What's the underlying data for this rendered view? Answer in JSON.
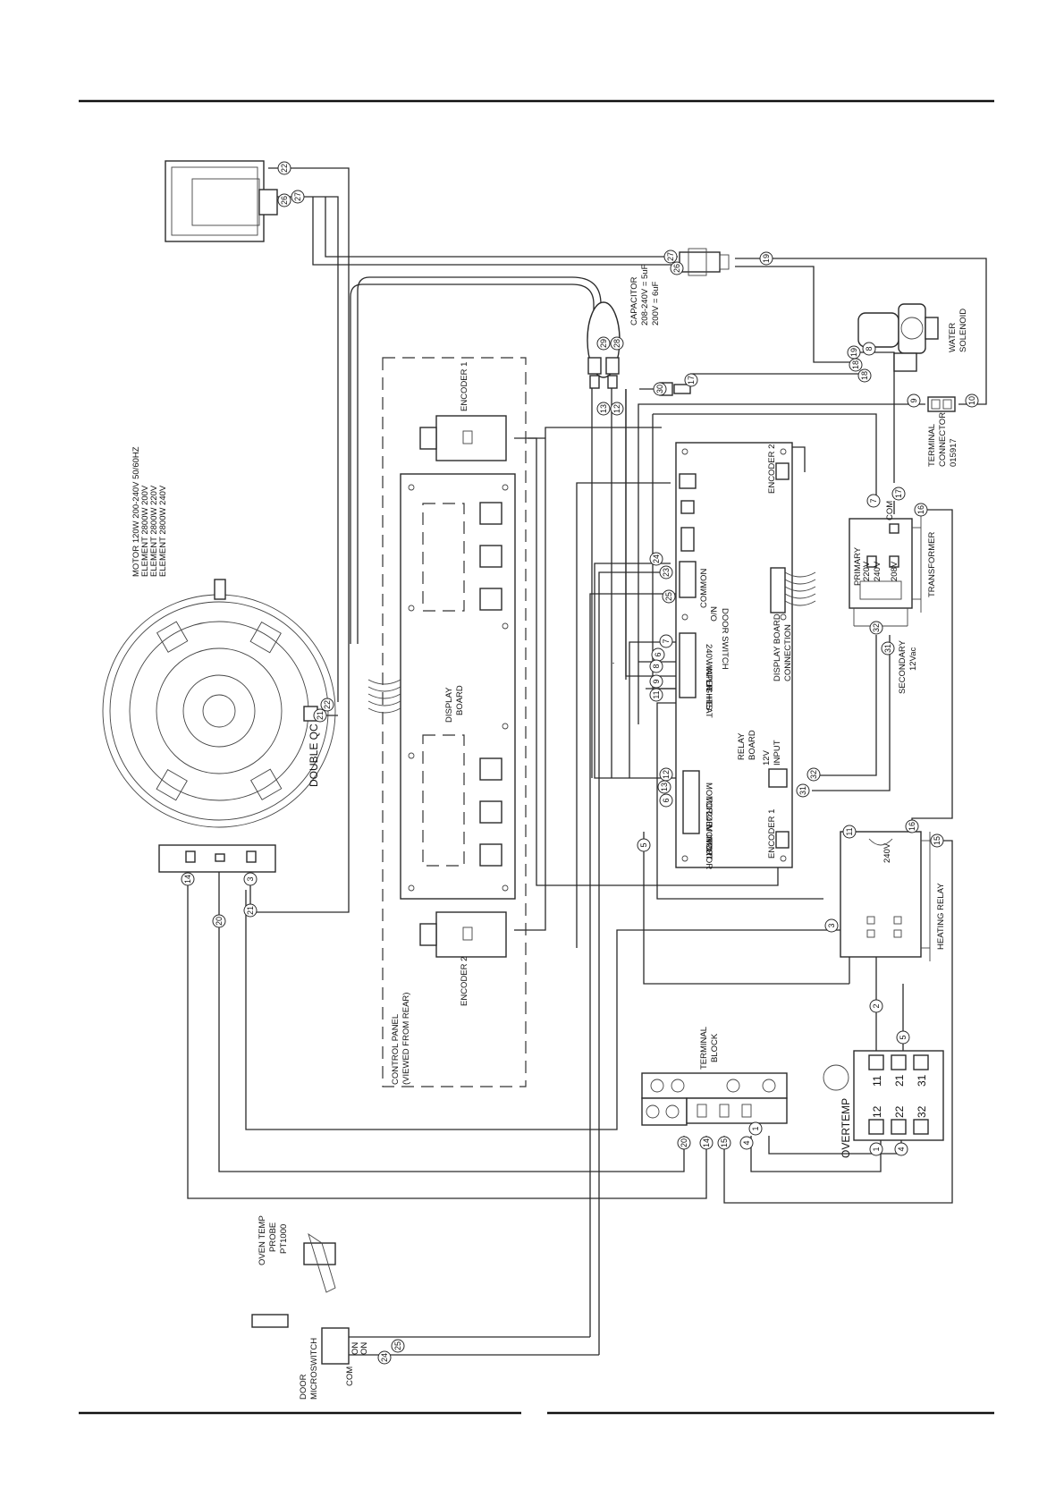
{
  "components": {
    "motor": {
      "spec_lines": [
        "MOTOR 120W 200-240V 50/60HZ",
        "ELEMENT 2800W 200V",
        "ELEMENT 2800W 220V",
        "ELEMENT 2800W 240V"
      ],
      "qc_label": "DOUBLE QC"
    },
    "capacitor": {
      "lines": [
        "CAPACITOR",
        "208-240V = 5uF",
        "200V = 6uF"
      ]
    },
    "water_solenoid": {
      "label": "WATER SOLENOID"
    },
    "terminal_connector": {
      "lines": [
        "TERMINAL",
        "CONNECTOR",
        "015917"
      ]
    },
    "encoder_1": {
      "label": "ENCODER 1"
    },
    "encoder_2": {
      "label": "ENCODER 2"
    },
    "display_board": {
      "label": "DISPLAY BOARD"
    },
    "control_panel": {
      "lines": [
        "CONTROL PANEL",
        "(VIEWED FROM REAR)"
      ]
    },
    "relay_board": {
      "label": "RELAY BOARD",
      "encoder_2": "ENCODER 2",
      "encoder_1": "ENCODER 1",
      "common": "COMMON",
      "no": "N/O",
      "door_switch": "DOOR SWITCH",
      "input_240v": "240V INPUT",
      "water": "WATER",
      "lights": "LIGHTS",
      "heat": "HEAT",
      "display_conn": "DISPLAY BOARD CONNECTION",
      "input_12v": "12V INPUT",
      "motor": "MOTOR",
      "input_240v_b": "240V INPUT"
    },
    "transformer": {
      "label": "TRANSFORMER",
      "primary": "PRIMARY",
      "com": "COM",
      "v220": "220V",
      "v240": "240V",
      "v208": "208V",
      "secondary": "SECONDARY",
      "v12ac": "12Vac"
    },
    "heating_relay": {
      "label": "HEATING RELAY",
      "v240": "240V"
    },
    "terminal_block": {
      "lines": [
        "TERMINAL",
        "BLOCK"
      ]
    },
    "overtemp": {
      "label": "OVERTEMP",
      "top_terminals": [
        "11",
        "21",
        "31"
      ],
      "bottom_terminals": [
        "12",
        "22",
        "32"
      ]
    },
    "oven_probe": {
      "lines": [
        "OVEN TEMP",
        "PROBE",
        "PT1000"
      ]
    },
    "door_microswitch": {
      "lines": [
        "DOOR",
        "MICROSWITCH"
      ],
      "com": "COM",
      "on_a": "ON",
      "on_b": "ON"
    }
  },
  "wire_numbers": [
    "22",
    "27",
    "26",
    "27",
    "26",
    "19",
    "19",
    "8",
    "18",
    "18",
    "29",
    "28",
    "30",
    "17",
    "13",
    "12",
    "9",
    "10",
    "7",
    "17",
    "16",
    "24",
    "23",
    "25",
    "7",
    "6",
    "8",
    "9",
    "11",
    "32",
    "31",
    "12",
    "13",
    "6",
    "32",
    "31",
    "21",
    "22",
    "14",
    "3",
    "20",
    "21",
    "5",
    "11",
    "16",
    "15",
    "3",
    "2",
    "5",
    "1",
    "4",
    "20",
    "14",
    "15",
    "4",
    "1",
    "25",
    "24"
  ]
}
